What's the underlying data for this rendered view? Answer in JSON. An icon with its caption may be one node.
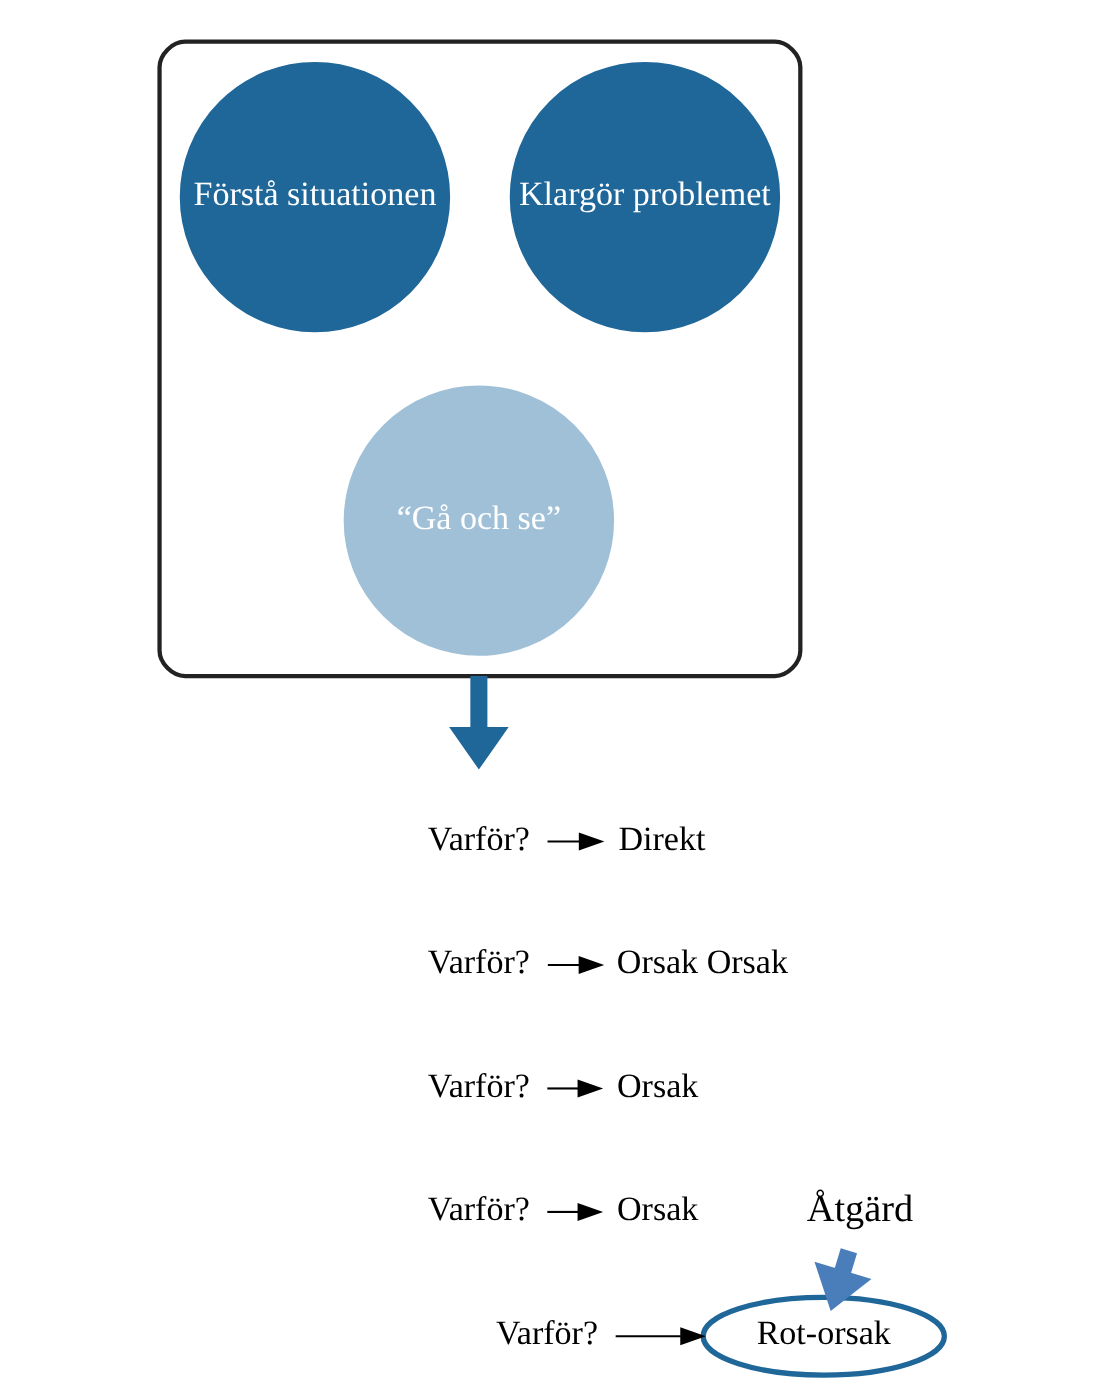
{
  "diagram": {
    "nodes": [
      {
        "text": [],
        "shape": "funnel"
      },
      {
        "text": [
          "Förstå situationen"
        ],
        "in": 0
      },
      {
        "text": [
          "Klargör problemet"
        ],
        "in": 0
      },
      {
        "text": [
          "“Gå och se”"
        ],
        "in": 0
      },
      {
        "text": [
          "Varför?"
        ]
      },
      {
        "text": [
          "Varför?"
        ]
      },
      {
        "text": [
          "Varför?"
        ]
      },
      {
        "text": [
          "Varför?"
        ]
      },
      {
        "text": [
          "Varför?"
        ]
      },
      {
        "text": [
          "Direkt"
        ]
      },
      {
        "text": [
          "Orsak Orsak"
        ]
      },
      {
        "text": [
          "Orsak"
        ]
      },
      {
        "text": [
          "Orsak"
        ]
      },
      {
        "text": [
          "Rot-orsak"
        ]
      },
      {
        "text": [
          "Åtgärd"
        ]
      }
    ],
    "edges": [
      {
        "from": 0,
        "to": null,
        "arrow": "to",
        "style": "thick",
        "color": "#1f6699"
      },
      {
        "from": 4,
        "to": 9,
        "arrow": "to"
      },
      {
        "from": 5,
        "to": 10,
        "arrow": "to"
      },
      {
        "from": 6,
        "to": 11,
        "arrow": "to"
      },
      {
        "from": 7,
        "to": 12,
        "arrow": "to"
      },
      {
        "from": 8,
        "to": 13,
        "arrow": "to"
      },
      {
        "from": 14,
        "to": 13,
        "arrow": "to",
        "style": "thick",
        "color": "#4a7ebb"
      }
    ]
  }
}
